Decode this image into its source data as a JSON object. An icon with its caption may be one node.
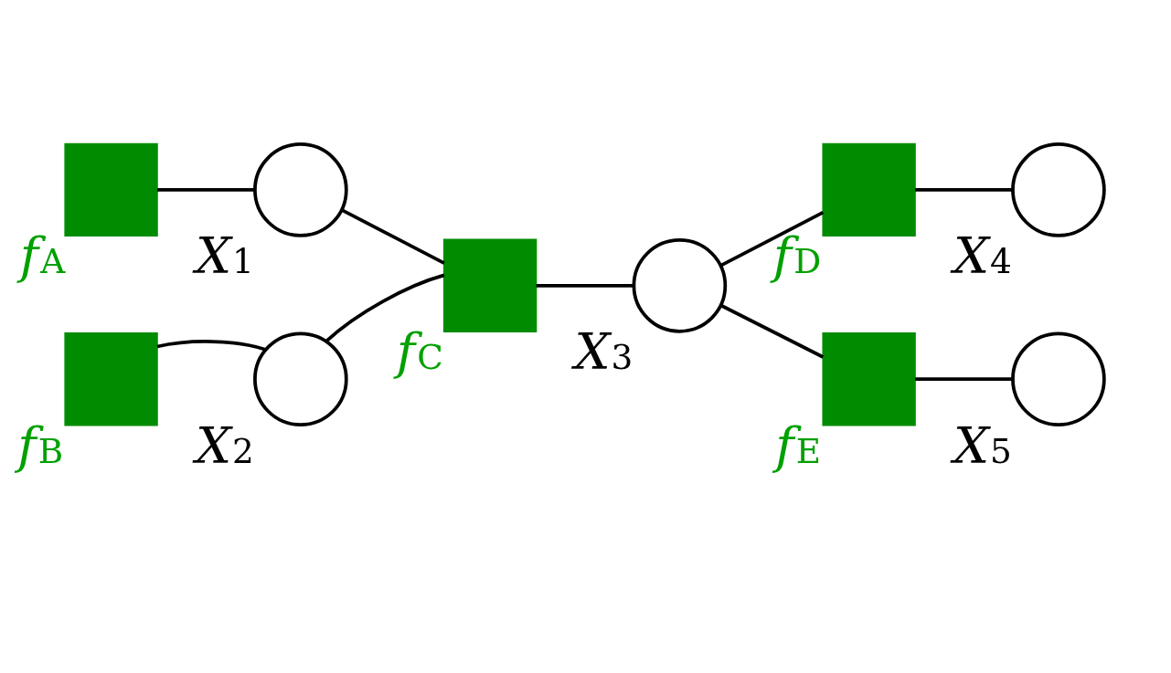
{
  "diagram": {
    "nodes": [
      {
        "text": [],
        "shape": "box",
        "beside": [
          "f$_{A}$"
        ]
      },
      {
        "text": [],
        "shape": "circle",
        "beside": [
          "X$_{1}$"
        ]
      },
      {
        "text": [],
        "shape": "box",
        "beside": [
          "f$_{C}$"
        ]
      },
      {
        "text": [],
        "shape": "circle",
        "beside": [
          "X$_{2}$"
        ]
      },
      {
        "text": [],
        "shape": "box",
        "beside": [
          "f$_{B}$"
        ]
      },
      {
        "text": [],
        "shape": "circle",
        "beside": [
          "X$_{3}$"
        ]
      },
      {
        "text": [],
        "shape": "box",
        "beside": [
          "f$_{D}$"
        ]
      },
      {
        "text": [],
        "shape": "circle",
        "beside": [
          "X$_{4}$"
        ]
      },
      {
        "text": [],
        "shape": "box",
        "beside": [
          "f$_{E}$"
        ]
      },
      {
        "text": [],
        "shape": "circle",
        "beside": [
          "X$_{5}$"
        ]
      }
    ],
    "edges": [
      {
        "from": 0,
        "to": 1,
        "arrow": "none"
      },
      {
        "from": 1,
        "to": 2,
        "arrow": "none"
      },
      {
        "from": 2,
        "to": 3,
        "arrow": "none"
      },
      {
        "from": 3,
        "to": 4,
        "arrow": "none"
      },
      {
        "from": 2,
        "to": 5,
        "arrow": "none"
      },
      {
        "from": 5,
        "to": 6,
        "arrow": "none"
      },
      {
        "from": 6,
        "to": 7,
        "arrow": "none"
      },
      {
        "from": 5,
        "to": 8,
        "arrow": "none"
      },
      {
        "from": 8,
        "to": 9,
        "arrow": "none"
      }
    ]
  }
}
